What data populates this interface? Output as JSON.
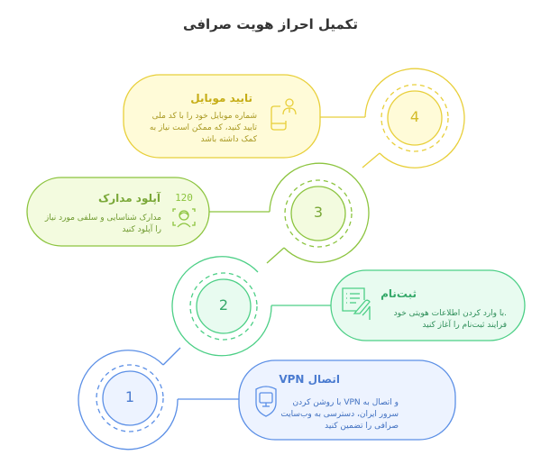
{
  "title": "تکمیل احراز هویت صرافی",
  "colors": {
    "yellow_stroke": "#e8cf3a",
    "yellow_fill": "#fffbd8",
    "yellow_text": "#b9a41e",
    "lime_stroke": "#8cc43f",
    "lime_fill": "#f3fbdf",
    "lime_text": "#7aa838",
    "green_stroke": "#4ccf86",
    "green_fill": "#e8fbf0",
    "green_text": "#36a96a",
    "blue_stroke": "#5b8fe6",
    "blue_fill": "#edf3ff",
    "blue_text": "#4a7bd0"
  },
  "steps": [
    {
      "number": "1",
      "title": "اتصال VPN",
      "description_lines": [
        "و اتصال به VPN با روشن کردن",
        "سرور ایران، دسترسی به وب‌سایت",
        "صرافی را تضمین کنید"
      ],
      "icon": "shield-monitor-icon"
    },
    {
      "number": "2",
      "title": "ثبت‌نام",
      "description_lines": [
        ".با وارد کردن اطلاعات هویتی خود",
        "فرایند ثبت‌نام را آغاز کنید"
      ],
      "icon": "form-pen-icon"
    },
    {
      "number": "3",
      "title": "آپلود مدارک",
      "description_lines": [
        "مدارک شناسایی و سلفی مورد نیاز",
        "را آپلود کنید"
      ],
      "icon": "face-scan-icon",
      "icon_label": "120"
    },
    {
      "number": "4",
      "title": "تایید موبایل",
      "description_lines": [
        "شماره موبایل خود را با کد ملی",
        "تایید کنید، که ممکن است نیاز به",
        "کمک داشته باشد"
      ],
      "icon": "mobile-user-icon"
    }
  ]
}
